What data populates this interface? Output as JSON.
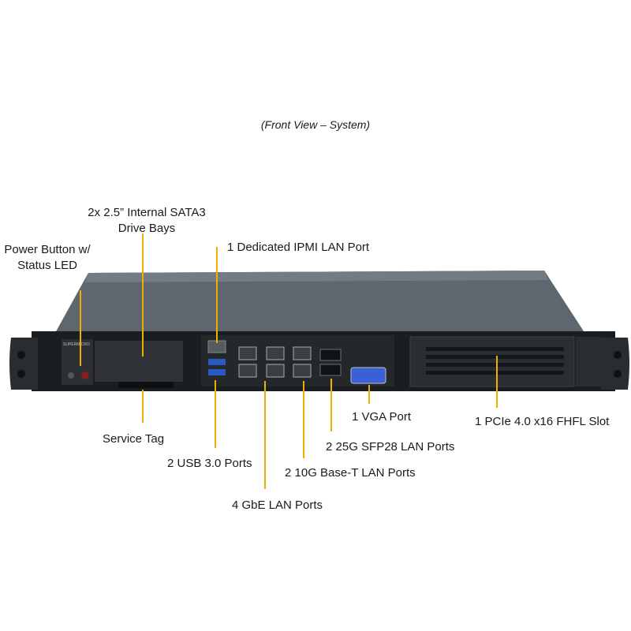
{
  "caption": "(Front View – System)",
  "callouts": {
    "drive_bays_line1": "2x 2.5” Internal  SATA3",
    "drive_bays_line2": "Drive Bays",
    "power_line1": "Power Button w/",
    "power_line2": "Status LED",
    "ipmi": "1 Dedicated IPMI  LAN Port",
    "service_tag": "Service Tag",
    "usb": "2 USB 3.0 Ports",
    "gbe": "4 GbE LAN Ports",
    "base_t": "2 10G Base-T LAN Ports",
    "sfp": "2 25G SFP28 LAN Ports",
    "vga": "1 VGA Port",
    "pcie": "1 PCIe 4.0 x16 FHFL Slot"
  },
  "chassis_logo": "SUPERMICRO",
  "colors": {
    "leader": "#f0b000",
    "chassis_top": "#5e6770",
    "chassis_front": "#1b1e21"
  }
}
